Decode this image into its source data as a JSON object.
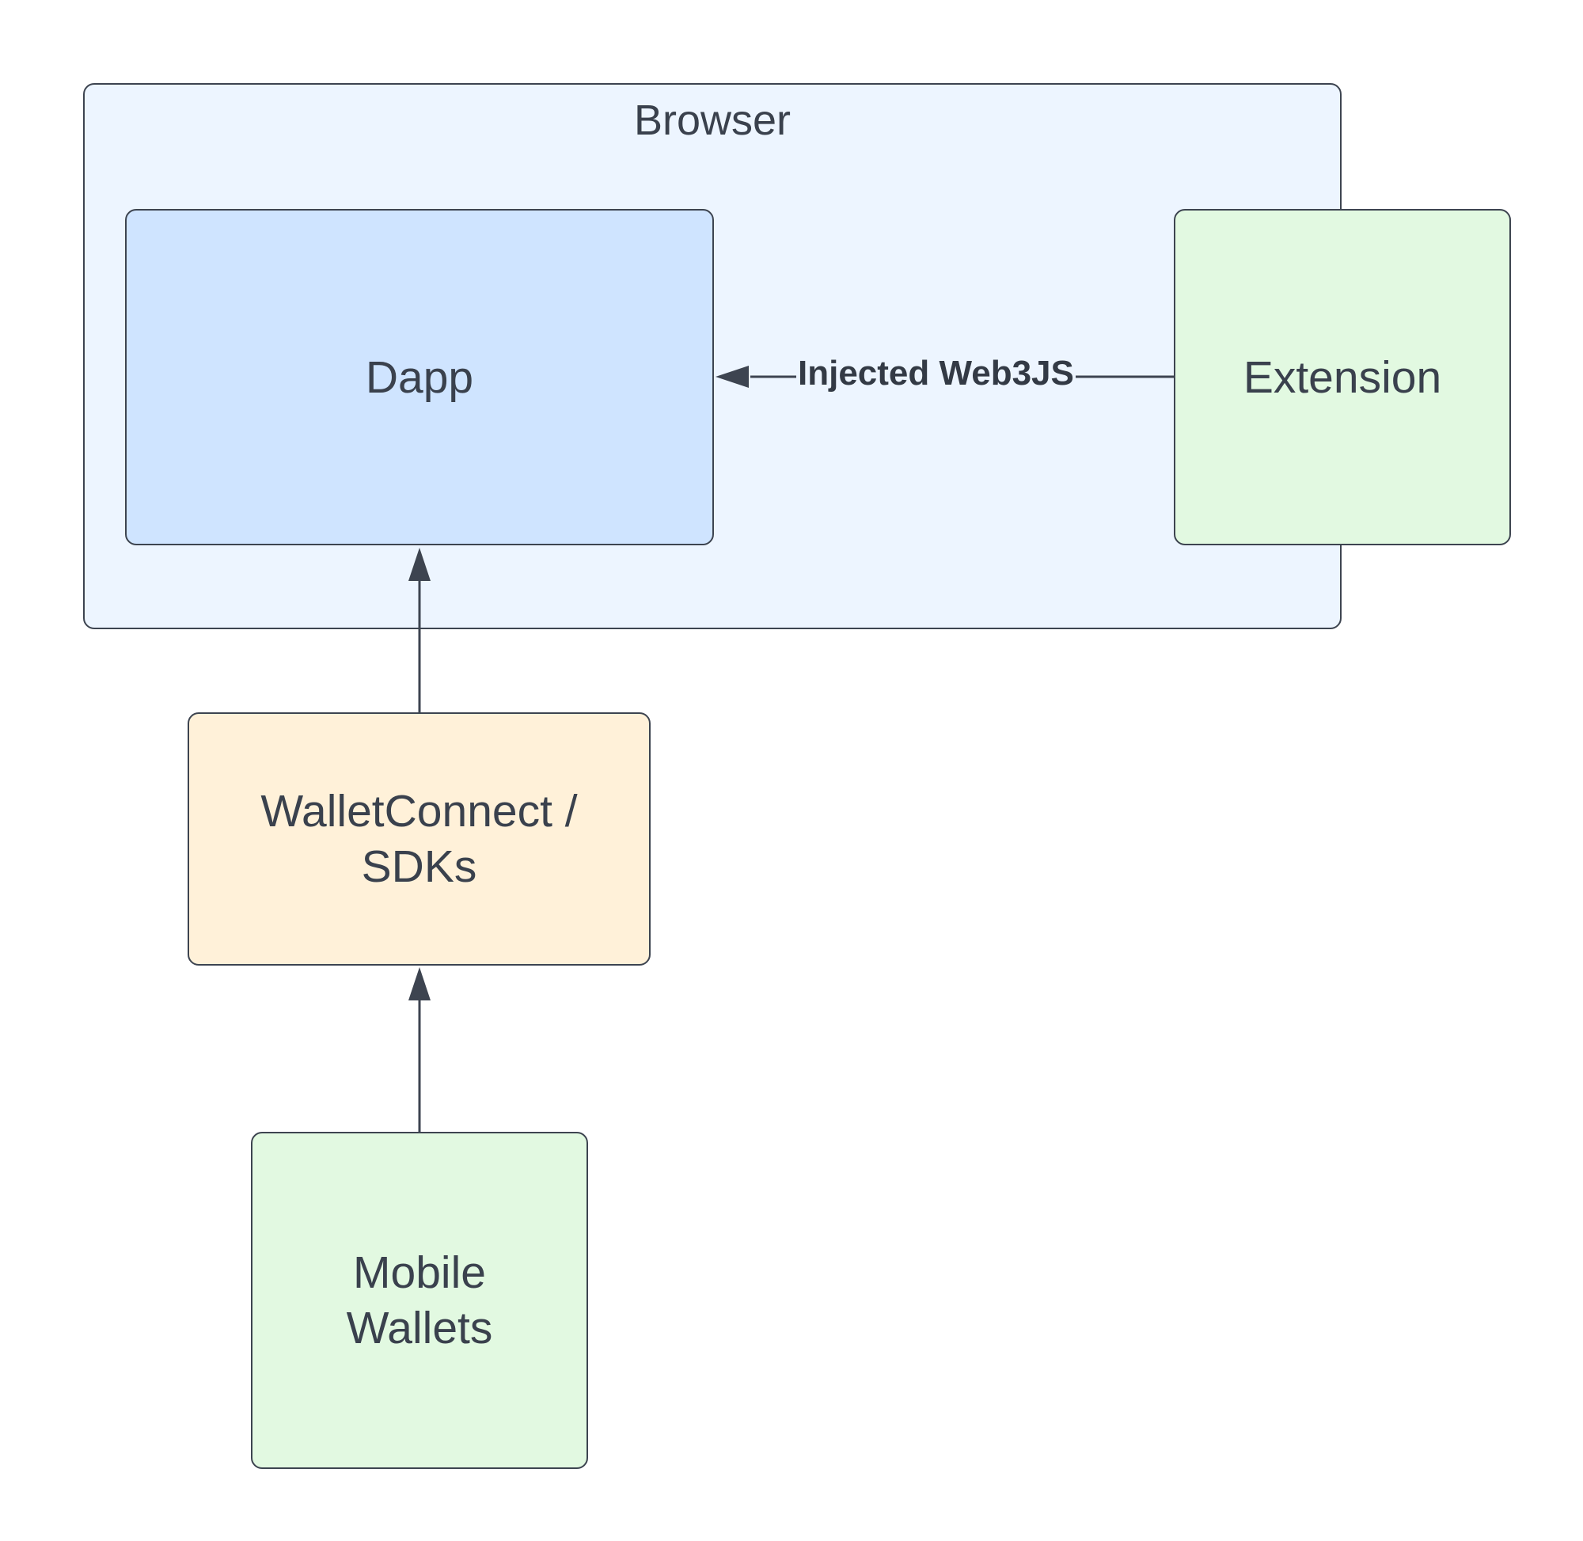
{
  "browser": {
    "title": "Browser"
  },
  "nodes": {
    "dapp": "Dapp",
    "extension": "Extension",
    "walletconnect": "WalletConnect /\nSDKs",
    "mobile": "Mobile\nWallets"
  },
  "edges": {
    "extension_to_dapp": "Injected Web3JS"
  },
  "colors": {
    "browser_fill": "#edf5ff",
    "dapp_fill": "#cfe4ff",
    "green_fill": "#e2f9e1",
    "orange_fill": "#fff1d9",
    "stroke": "#3d4450"
  }
}
